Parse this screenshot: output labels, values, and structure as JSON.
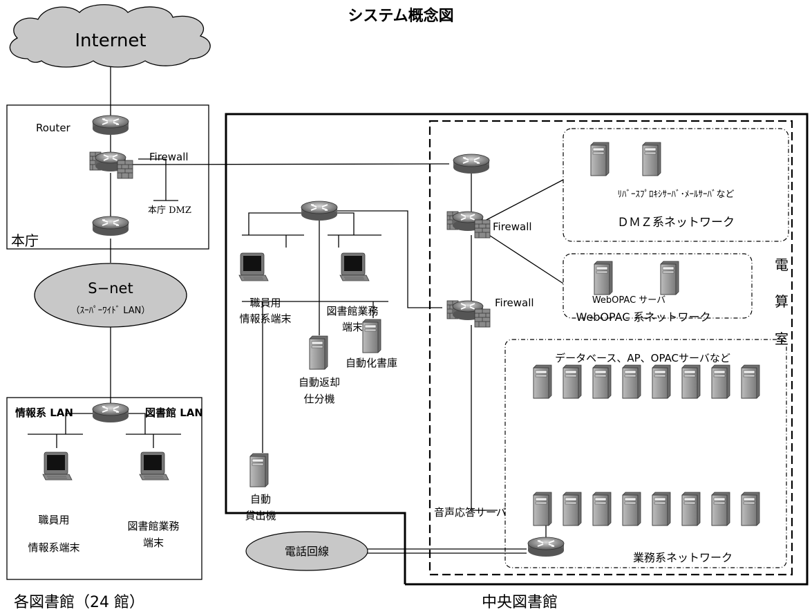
{
  "title": "システム概念図",
  "internet": "Internet",
  "honcho": {
    "router": "Router",
    "firewall": "Firewall",
    "dmz": "本庁 DMZ",
    "label": "本庁"
  },
  "snet": {
    "name": "S−net",
    "sub": "（ｽｰﾊﾟｰﾜｲﾄﾞ LAN）"
  },
  "branch": {
    "lan_left": "情報系 LAN",
    "lan_right": "図書館 LAN",
    "term1_line1": "職員用",
    "term1_line2": "情報系端末",
    "term2_line1": "図書館業務",
    "term2_line2": "端末",
    "caption": "各図書館（24 館）"
  },
  "central": {
    "term1_line1": "職員用",
    "term1_line2": "情報系端末",
    "term2_line1": "図書館業務",
    "term2_line2": "端末",
    "auto_storage": "自動化書庫",
    "auto_return_line1": "自動返却",
    "auto_return_line2": "仕分機",
    "auto_lend_line1": "自動",
    "auto_lend_line2": "貸出機",
    "caption": "中央図書館"
  },
  "computer_room": {
    "chars": [
      "電",
      "算",
      "室"
    ],
    "firewall1": "Firewall",
    "firewall2": "Firewall",
    "dmz_servers": "ﾘﾊﾞｰｽﾌﾟﾛｷｼｻｰﾊﾞ･ﾒｰﾙｻｰﾊﾞなど",
    "dmz_network": "ＤＭＺ系ネットワーク",
    "webopac_server": "WebOPAC サーバ",
    "webopac_network": "WebOPAC 系ネットワーク",
    "db_servers": "データベース、AP、OPACサーバなど",
    "voice_server": "音声応答サーバ",
    "business_network": "業務系ネットワーク"
  },
  "phone_line": "電話回線",
  "colors": {
    "cloud": "#c8c8c8",
    "ellipse": "#c8c8c8",
    "device_dark": "#555555",
    "device_mid": "#9a9a9a",
    "line": "#000000"
  }
}
